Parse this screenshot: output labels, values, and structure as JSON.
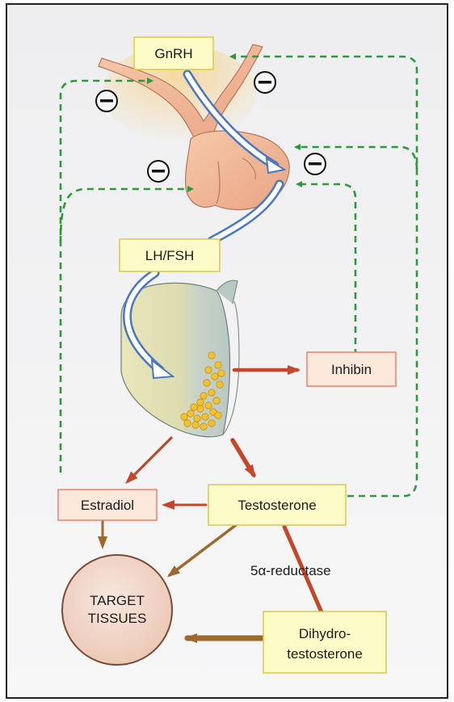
{
  "labels": {
    "gnrh": "GnRH",
    "lhfsh": "LH/FSH",
    "inhibin": "Inhibin",
    "estradiol": "Estradiol",
    "testosterone": "Testosterone",
    "reductase": "5α-reductase",
    "dihydro_line1": "Dihydro-",
    "dihydro_line2": "testosterone",
    "target_line1": "TARGET",
    "target_line2": "TISSUES"
  },
  "inhibition_symbol": "−",
  "colors": {
    "background": "#f3f3f4",
    "border": "#222222",
    "hormone_box_fill": "#fdfbc8",
    "hormone_box_stroke": "#d8c94a",
    "salmon_box_fill": "#fde8dc",
    "salmon_box_stroke": "#e8836a",
    "feedback_dash": "#2a9a3a",
    "stimulation_arrow": "#4a78c0",
    "red_arrow": "#c3472a",
    "brown_arrow": "#9b6a2c",
    "pituitary": "#f0b99a",
    "target_circle": "#f2dcd0"
  }
}
